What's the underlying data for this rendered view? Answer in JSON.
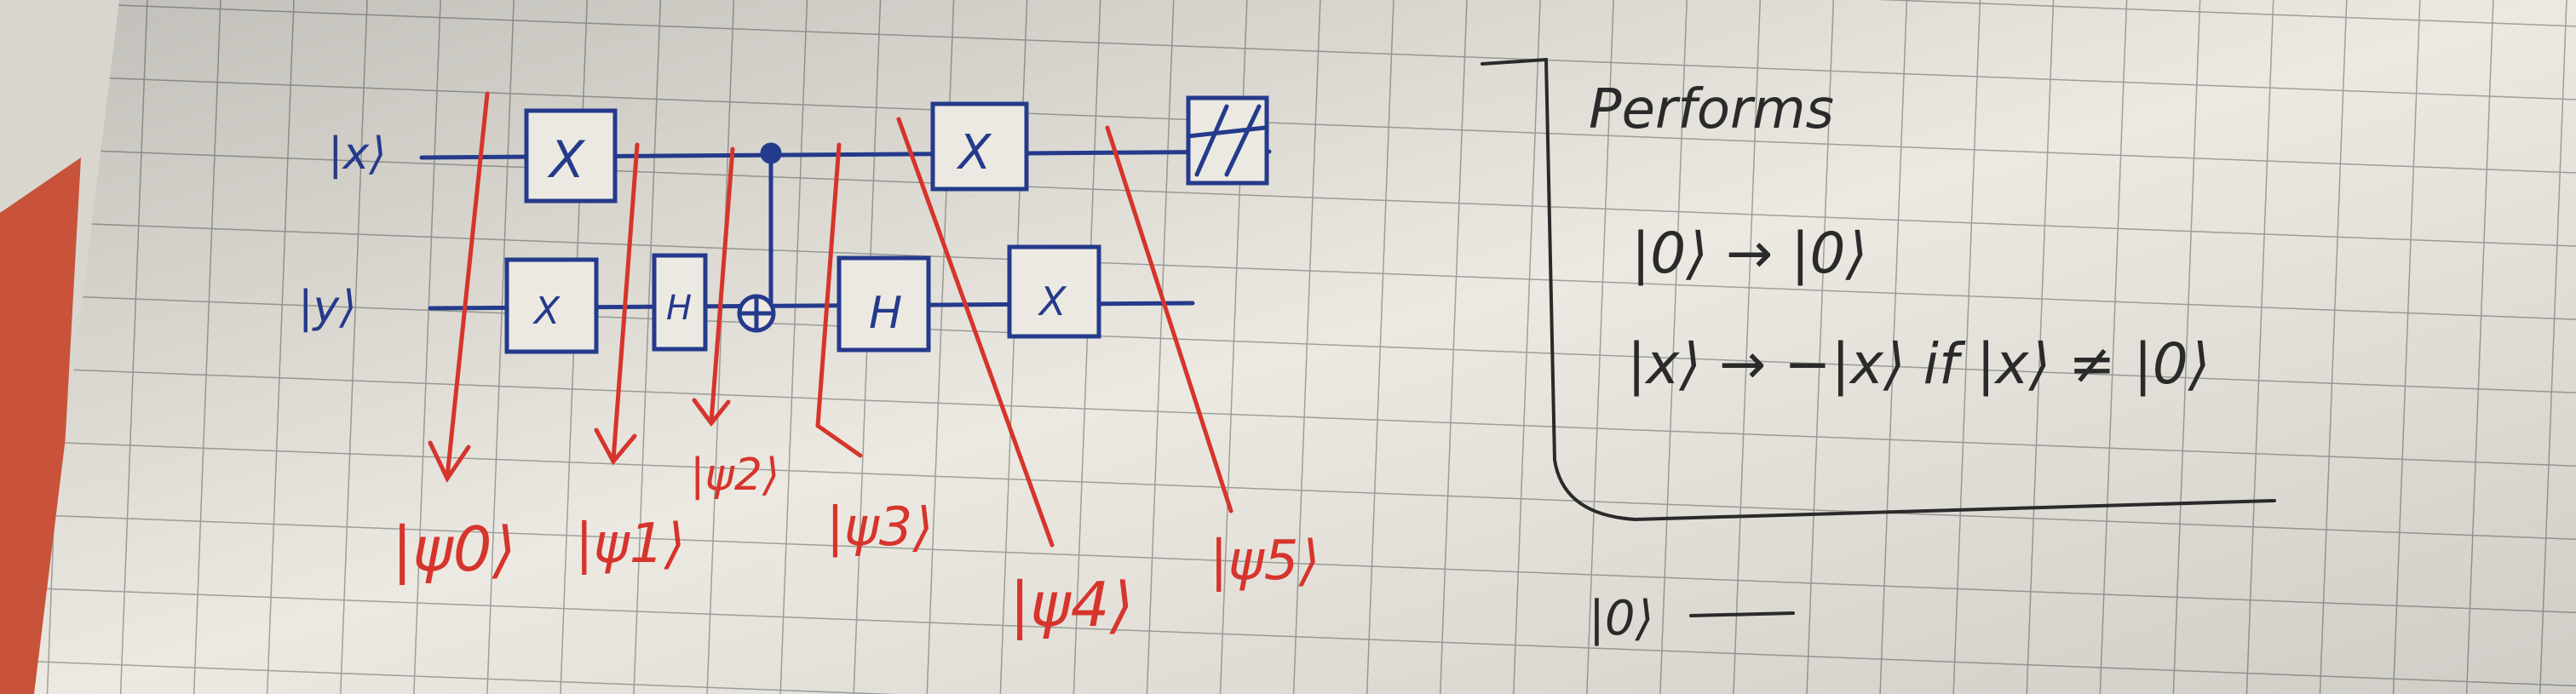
{
  "photo": {
    "subject": "handwritten quantum circuit on grid paper",
    "colors": {
      "paper": "#ece9e2",
      "grid": "#9fa19c",
      "blue_ink": "#243a8c",
      "red_ink": "#d6342c",
      "black_ink": "#2a2a2a",
      "orange_sheet": "#c8533a",
      "shadow": "#6b6660"
    }
  },
  "circuit": {
    "wire_top_label": "|x⟩",
    "wire_bottom_label": "|y⟩",
    "gate_x_label": "X",
    "gate_h_label": "H",
    "state_labels": [
      "|ψ0⟩",
      "|ψ1⟩",
      "|ψ2⟩",
      "|ψ3⟩",
      "|ψ4⟩",
      "|ψ5⟩"
    ]
  },
  "notes": {
    "heading": "Performs",
    "line1": "|0⟩ → |0⟩",
    "line2": "|x⟩ → −|x⟩ if |x⟩ ≠ |0⟩",
    "bottom": "|0⟩"
  }
}
